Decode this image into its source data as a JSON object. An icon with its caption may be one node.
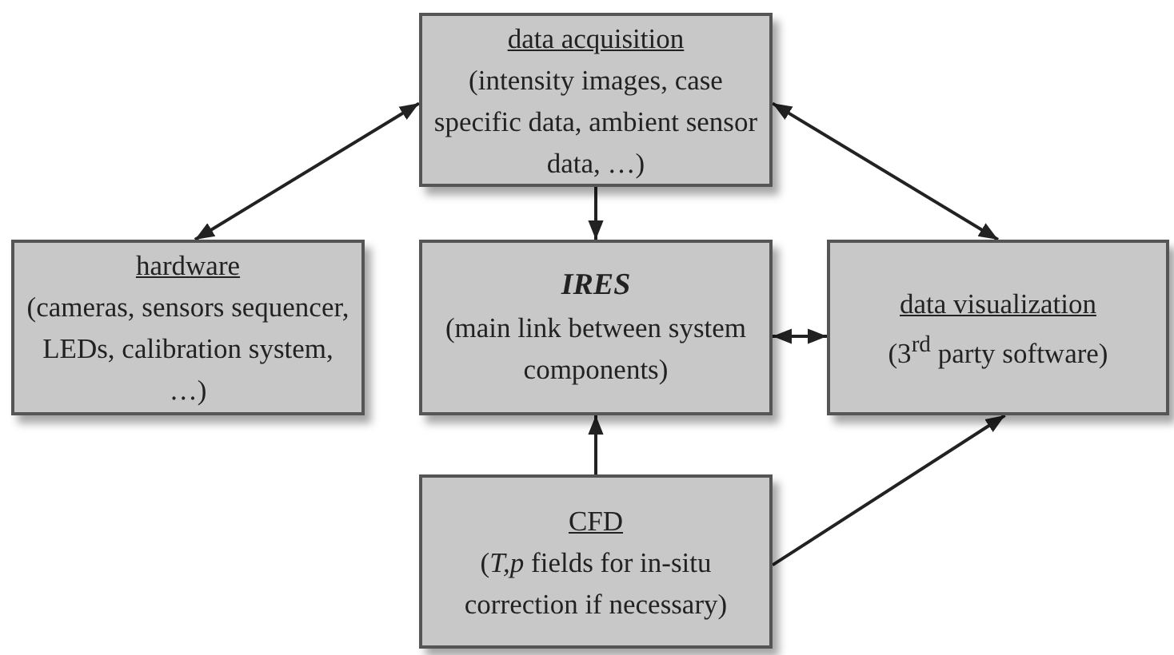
{
  "diagram": {
    "nodes": [
      {
        "text": [
          "data acquisition",
          "(intensity images, case specific data, ambient sensor data, …)"
        ]
      },
      {
        "text": [
          "hardware",
          "(cameras, sensors sequencer, LEDs, calibration system, …)"
        ]
      },
      {
        "text": [
          "IRES",
          "(main link between system components)"
        ]
      },
      {
        "text": [
          "data visualization",
          "(3$^{rd}$ party software)"
        ]
      },
      {
        "text": [
          "CFD",
          "(*T,p* fields for in-situ correction if necessary)"
        ]
      }
    ],
    "edges": [
      {
        "from": 0,
        "to": 1,
        "arrow": "both"
      },
      {
        "from": 0,
        "to": 2,
        "arrow": "to"
      },
      {
        "from": 0,
        "to": 3,
        "arrow": "both"
      },
      {
        "from": 2,
        "to": 3,
        "arrow": "both"
      },
      {
        "from": 4,
        "to": 2,
        "arrow": "to"
      },
      {
        "from": 4,
        "to": 3,
        "arrow": "to"
      }
    ]
  }
}
